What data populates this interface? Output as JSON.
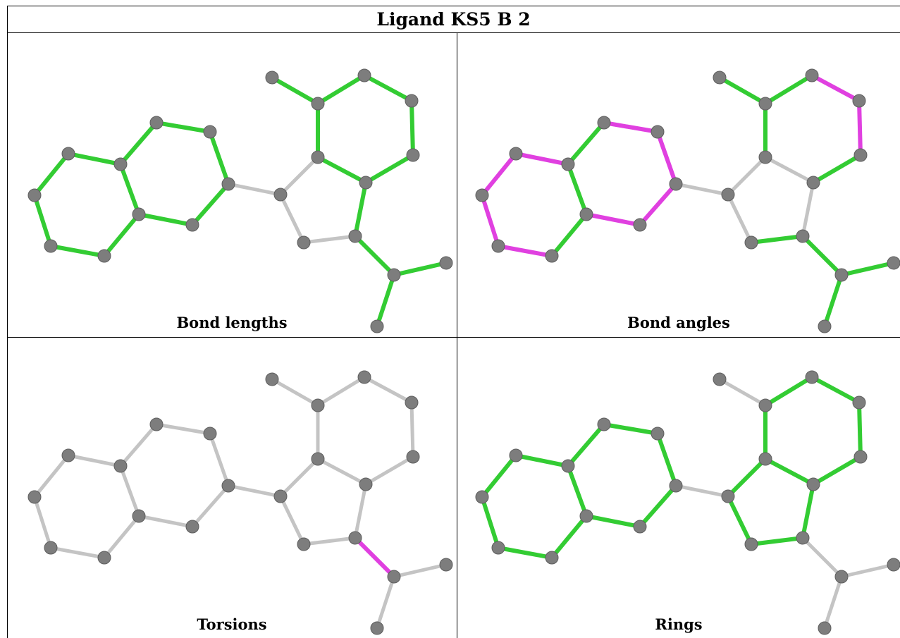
{
  "title": "Ligand KS5 B 2",
  "panels": [
    {
      "caption": "Bond lengths"
    },
    {
      "caption": "Bond angles"
    },
    {
      "caption": "Torsions"
    },
    {
      "caption": "Rings"
    }
  ],
  "colors": {
    "green": "#33cc33",
    "magenta": "#e040e0",
    "grey": "#c4c4c4",
    "atom": "#7d7d7d"
  }
}
